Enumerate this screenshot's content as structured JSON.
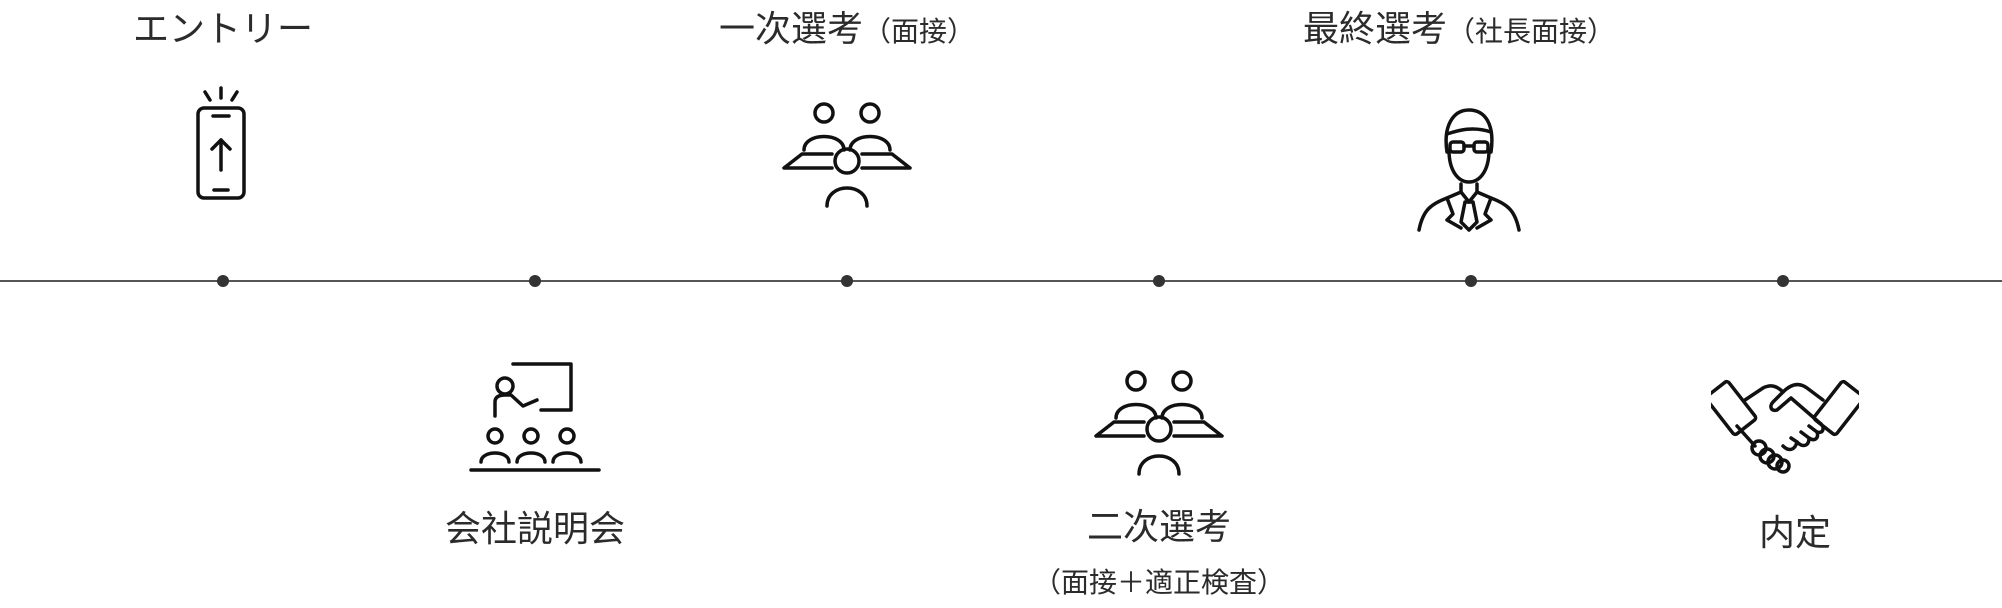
{
  "steps": [
    {
      "title": "エントリー",
      "note": "",
      "icon": "smartphone-upload-icon"
    },
    {
      "title": "会社説明会",
      "note": "",
      "icon": "presentation-icon"
    },
    {
      "title": "一次選考",
      "note": "（面接）",
      "icon": "group-interview-icon"
    },
    {
      "title": "二次選考",
      "note": "（面接＋適正検査）",
      "icon": "group-interview-icon"
    },
    {
      "title": "最終選考",
      "note": "（社長面接）",
      "icon": "businessman-icon"
    },
    {
      "title": "内定",
      "note": "",
      "icon": "handshake-icon"
    }
  ],
  "colors": {
    "line": "#555555",
    "dot": "#333333",
    "text": "#2b2b2b",
    "icon": "#111111"
  }
}
